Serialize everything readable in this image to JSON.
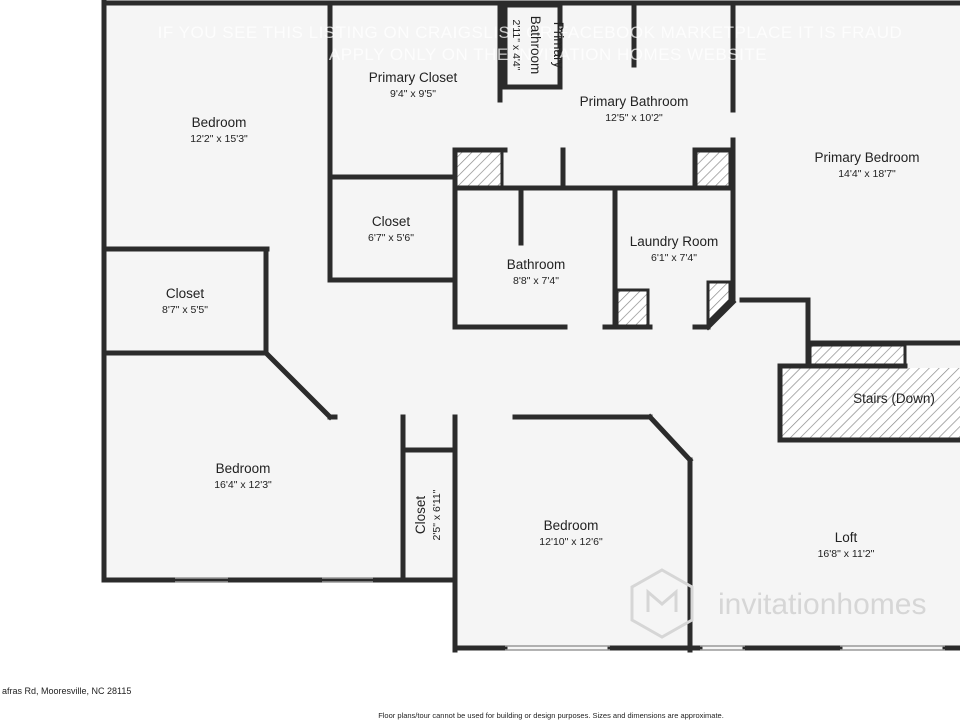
{
  "banner": {
    "line1": "IF YOU SEE THIS LISTING ON CRAIGSLIST OR FACEBOOK MARKETPLACE IT IS FRAUD",
    "line2": "APPLY ONLY ON THE INVITATION HOMES WEBSITE"
  },
  "rooms": {
    "bedroom_nw": {
      "name": "Bedroom",
      "dims": "12'2\" x 15'3\""
    },
    "primary_closet": {
      "name": "Primary Closet",
      "dims": "9'4\" x 9'5\""
    },
    "primary_bathroom_small": {
      "name_line1": "Primary",
      "name_line2": "Bathroom",
      "dims": "2'11\" x 4'4\""
    },
    "primary_bathroom": {
      "name": "Primary Bathroom",
      "dims": "12'5\" x 10'2\""
    },
    "primary_bedroom": {
      "name": "Primary Bedroom",
      "dims": "14'4\" x 18'7\""
    },
    "closet_mid": {
      "name": "Closet",
      "dims": "6'7\" x 5'6\""
    },
    "bathroom": {
      "name": "Bathroom",
      "dims": "8'8\" x 7'4\""
    },
    "laundry_room": {
      "name": "Laundry Room",
      "dims": "6'1\" x 7'4\""
    },
    "closet_west": {
      "name": "Closet",
      "dims": "8'7\" x 5'5\""
    },
    "stairs": {
      "name": "Stairs (Down)"
    },
    "bedroom_sw": {
      "name": "Bedroom",
      "dims": "16'4\" x 12'3\""
    },
    "closet_small": {
      "name": "Closet",
      "dims": "2'5\" x 6'11\""
    },
    "bedroom_south": {
      "name": "Bedroom",
      "dims": "12'10\" x 12'6\""
    },
    "loft": {
      "name": "Loft",
      "dims": "16'8\" x 11'2\""
    }
  },
  "watermark": {
    "brand": "invitationhomes"
  },
  "footer": {
    "address": "afras Rd, Mooresville, NC 28115",
    "disclaimer": "Floor plans/tour cannot be used for building or design purposes. Sizes and dimensions are approximate."
  },
  "colors": {
    "wall": "#2b2b2b",
    "floor": "#f5f5f5",
    "background": "#ffffff",
    "hatch": "#8a8a8a"
  }
}
